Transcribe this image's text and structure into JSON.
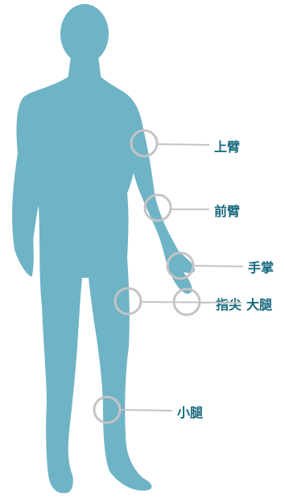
{
  "colors": {
    "figure": "#6fb3c6",
    "ring": "#c4c4c4",
    "leader": "#c4c4c4",
    "label": "#17697e",
    "background": "#ffffff"
  },
  "labels": {
    "upper_arm": "上臂",
    "forearm": "前臂",
    "palm": "手掌",
    "fingertip": "指尖",
    "thigh": "大腿",
    "calf": "小腿"
  }
}
